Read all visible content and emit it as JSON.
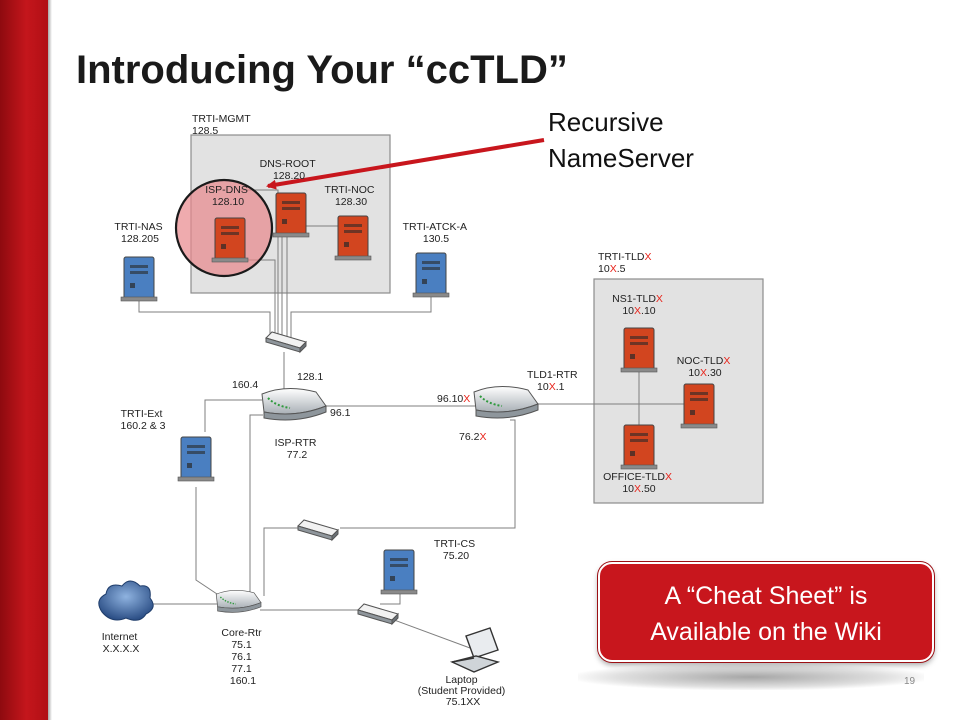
{
  "slide": {
    "title": "Introducing Your “ccTLD”",
    "callout": {
      "line1": "Recursive",
      "line2": "NameServer"
    },
    "cheat_sheet": {
      "line1": "A “Cheat Sheet” is",
      "line2": "Available on the Wiki"
    },
    "slide_number": "19"
  },
  "colors": {
    "accent_red": "#c8161d",
    "server_orange": "#d2451f",
    "server_blue": "#4a7fc1",
    "zone_gray": "#e2e2e2",
    "highlight_pink": "#e8878c"
  },
  "diagram": {
    "zones": {
      "mgmt": {
        "name": "TRTI-MGMT",
        "ip": "128.5"
      },
      "tld": {
        "name": "TRTI-TLD",
        "x": "X",
        "ip_a": "10",
        "ip_b": ".5"
      }
    },
    "servers": {
      "dns_root": {
        "name": "DNS-ROOT",
        "ip": "128.20"
      },
      "isp_dns": {
        "name": "ISP-DNS",
        "ip": "128.10"
      },
      "trti_noc": {
        "name": "TRTI-NOC",
        "ip": "128.30"
      },
      "trti_nas": {
        "name": "TRTI-NAS",
        "ip": "128.205"
      },
      "trti_atck": {
        "name": "TRTI-ATCK-A",
        "ip": "130.5"
      },
      "trti_ext": {
        "name": "TRTI-Ext",
        "ip": "160.2 & 3"
      },
      "trti_cs": {
        "name": "TRTI-CS",
        "ip": "75.20"
      },
      "ns1_tld": {
        "name": "NS1-TLD",
        "x": "X",
        "ip_a": "10",
        "ip_b": ".10"
      },
      "noc_tld": {
        "name": "NOC-TLD",
        "x": "X",
        "ip_a": "10",
        "ip_b": ".30"
      },
      "office_tld": {
        "name": "OFFICE-TLD",
        "x": "X",
        "ip_a": "10",
        "ip_b": ".50"
      }
    },
    "routers": {
      "isp_rtr": {
        "name": "ISP-RTR",
        "ip": "77.2",
        "if_top": "128.1",
        "if_left": "160.4",
        "if_right": "96.1"
      },
      "tld1_rtr": {
        "name": "TLD1-RTR",
        "x": "X",
        "ip_a": "10",
        "ip_b": ".1",
        "if_left_a": "96.10",
        "if_bottom_a": "76.2"
      },
      "core_rtr": {
        "name": "Core-Rtr",
        "ips": [
          "75.1",
          "76.1",
          "77.1",
          "160.1"
        ]
      }
    },
    "internet": {
      "name": "Internet",
      "ip": "X.X.X.X"
    },
    "laptop": {
      "line1": "Laptop",
      "line2": "(Student Provided)",
      "ip": "75.1XX"
    }
  }
}
